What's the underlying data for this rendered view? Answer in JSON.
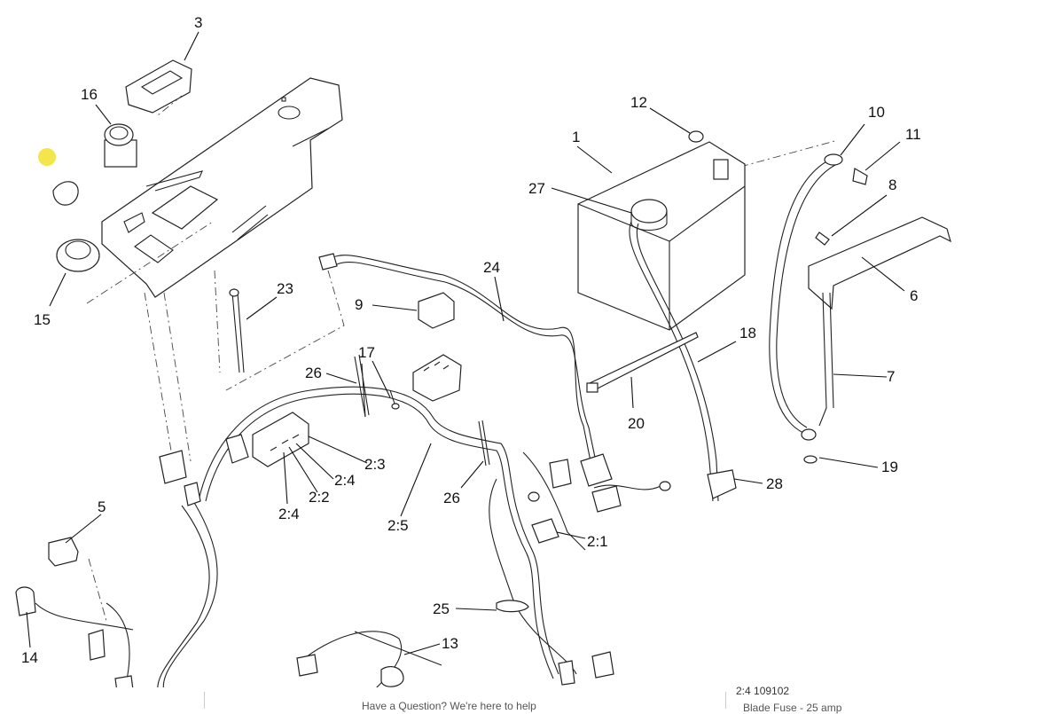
{
  "callouts": {
    "c1": "1",
    "c2_1": "2:1",
    "c2_2": "2:2",
    "c2_3": "2:3",
    "c2_4a": "2:4",
    "c2_4b": "2:4",
    "c2_5": "2:5",
    "c3": "3",
    "c5": "5",
    "c6": "6",
    "c7": "7",
    "c8": "8",
    "c9": "9",
    "c10": "10",
    "c11": "11",
    "c12": "12",
    "c13": "13",
    "c14": "14",
    "c15": "15",
    "c16": "16",
    "c17": "17",
    "c18": "18",
    "c19": "19",
    "c20": "20",
    "c23": "23",
    "c24": "24",
    "c25": "25",
    "c26a": "26",
    "c26b": "26",
    "c27": "27",
    "c28": "28"
  },
  "footer": {
    "help_text": "Have a Question? We're here to help",
    "table_part_ref": "2:4  109102",
    "table_part_desc": "Blade Fuse - 25 amp"
  },
  "colors": {
    "cursor_highlight": "#f2e64a",
    "line": "#222222"
  }
}
